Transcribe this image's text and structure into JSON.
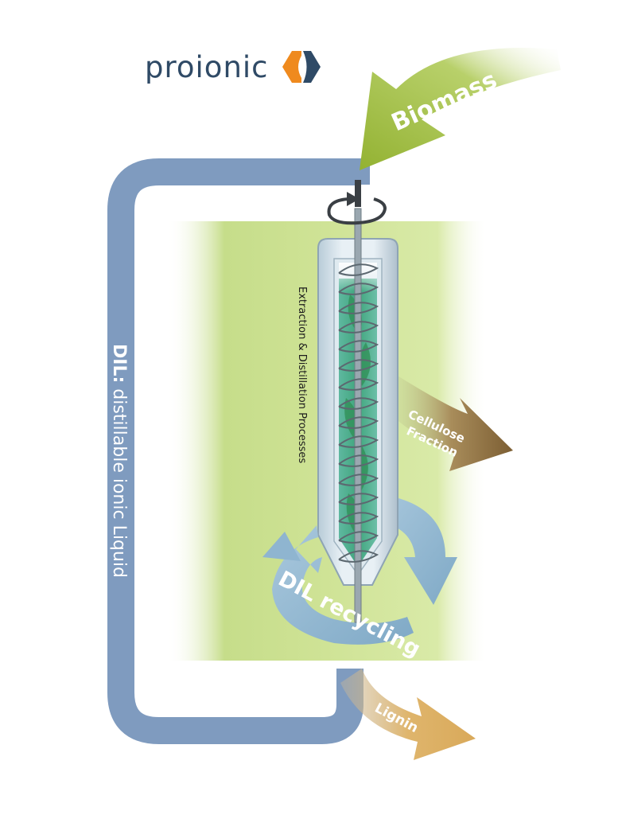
{
  "brand": {
    "name": "proionic"
  },
  "labels": {
    "biomass": "Biomass",
    "process": "Extraction & Distillation Processes",
    "dil_bold": "DIL:",
    "dil_rest": " distillable ionic Liquid",
    "cellulose_line1": "Cellulose",
    "cellulose_line2": "Fraction",
    "recycling": "DIL recycling",
    "lignin": "Lignin"
  },
  "colors": {
    "loop": "#7f9bbf",
    "biomass_arrow": "#9dba3f",
    "band": "#c6dd8a",
    "cellulose_arrow": "#8a6a3c",
    "lignin_arrow": "#dcb36b",
    "recycling_arrow": "#8fb5d0",
    "logo_orange": "#ef8a1e",
    "logo_blue": "#2f4a66"
  },
  "icons": {
    "logo": "proionic-hexagon-logo",
    "stirrer": "rotation-arrow-icon"
  }
}
